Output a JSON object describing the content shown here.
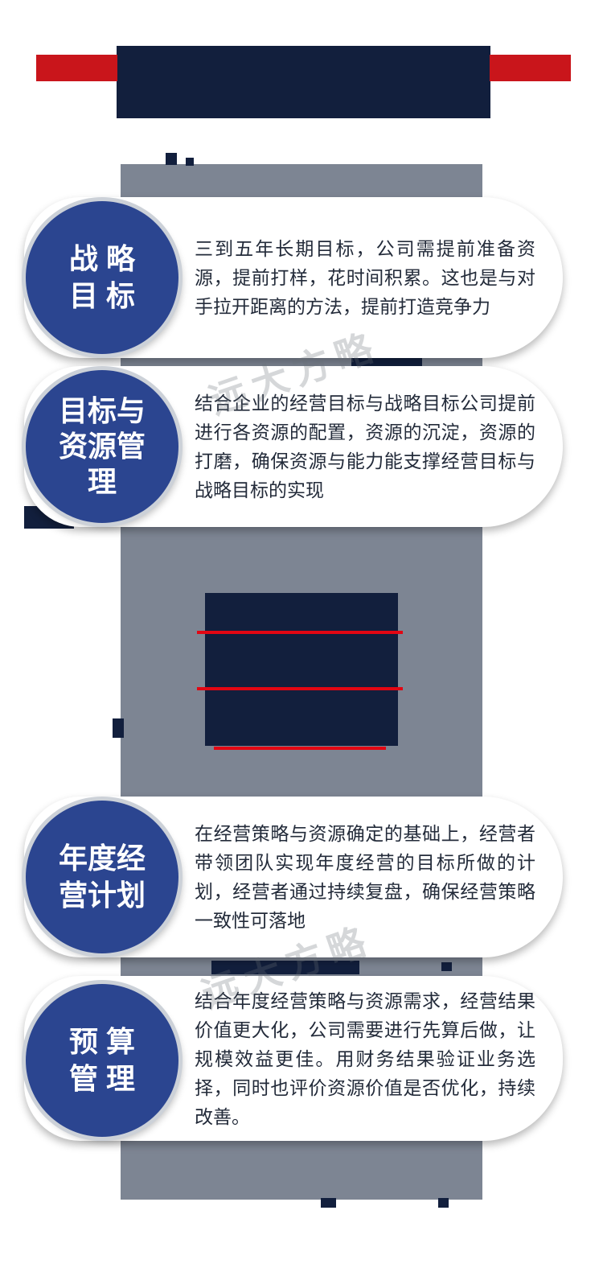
{
  "page": {
    "watermark": "远大方略",
    "colors": {
      "navy": "#121f3d",
      "circle_blue": "#2b4590",
      "banner_red": "#c9151b",
      "underline_red": "#e20613",
      "band_gray": "#7d8593",
      "card_bg": "#ffffff",
      "body_text": "#232b3a"
    }
  },
  "cards": [
    {
      "id": "strategic-goals",
      "circle_lines": [
        "战 略",
        "目 标"
      ],
      "body": "三到五年长期目标，公司需提前准备资源，提前打样，花时间积累。这也是与对手拉开距离的方法，提前打造竞争力"
    },
    {
      "id": "goals-and-resource-management",
      "circle_lines": [
        "目标与",
        "资源管",
        "理"
      ],
      "body": "结合企业的经营目标与战略目标公司提前进行各资源的配置，资源的沉淀，资源的打磨，确保资源与能力能支撑经营目标与战略目标的实现"
    },
    {
      "id": "annual-business-plan",
      "circle_lines": [
        "年度经",
        "营计划"
      ],
      "body": "在经营策略与资源确定的基础上，经营者带领团队实现年度经营的目标所做的计划，经营者通过持续复盘，确保经营策略一致性可落地"
    },
    {
      "id": "budget-management",
      "circle_lines": [
        "预 算",
        "管 理"
      ],
      "body": "结合年度经营策略与资源需求，经营结果价值更大化，公司需要进行先算后做，让规模效益更佳。用财务结果验证业务选择，同时也评价资源价值是否优化，持续改善。"
    }
  ]
}
